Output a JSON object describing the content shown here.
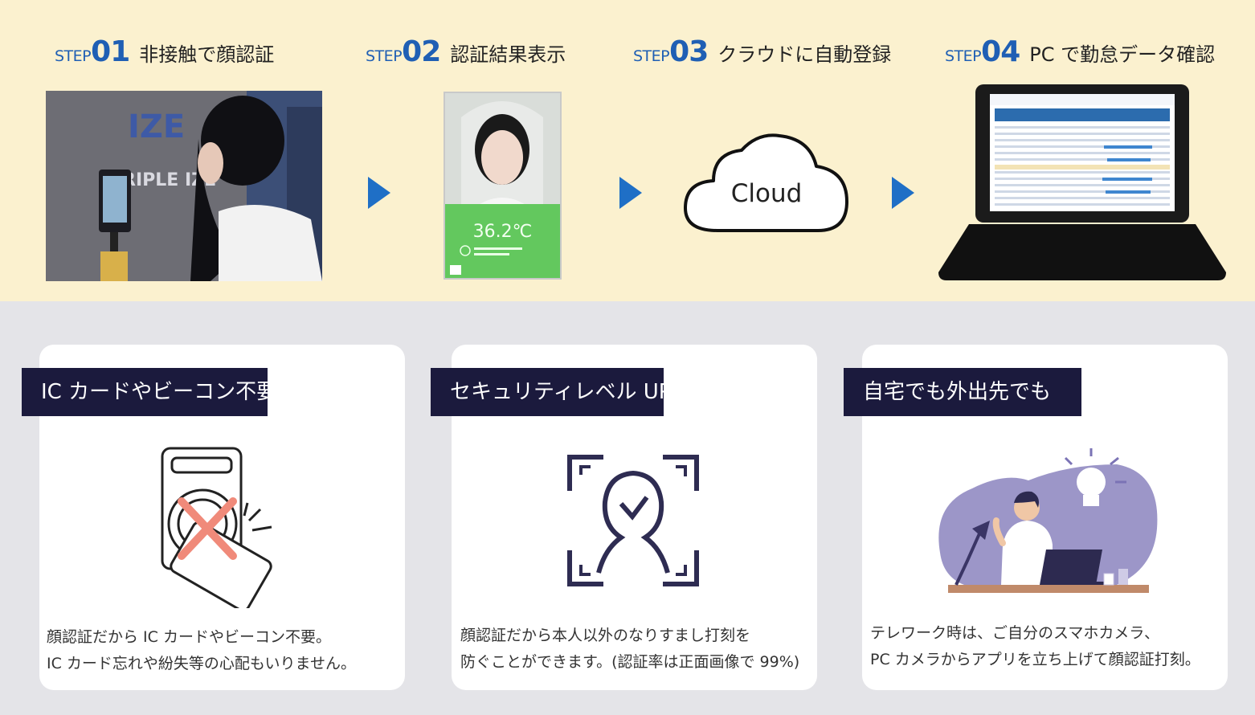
{
  "steps": [
    {
      "step_word": "STEP",
      "number": "01",
      "title": "非接触で顔認証"
    },
    {
      "step_word": "STEP",
      "number": "02",
      "title": "認証結果表示"
    },
    {
      "step_word": "STEP",
      "number": "03",
      "title": "クラウドに自動登録"
    },
    {
      "step_word": "STEP",
      "number": "04",
      "title": "PC で勤怠データ確認"
    }
  ],
  "photo1": {
    "brand_logo": "IZE",
    "brand_name": "RIPLE IZE"
  },
  "device2": {
    "temperature": "36.2℃"
  },
  "cloud": {
    "label": "Cloud"
  },
  "cards": [
    {
      "tag": "IC カードやビーコン不要",
      "text_lines": [
        "顔認証だから IC カードやビーコン不要。",
        "IC カード忘れや紛失等の心配もいりません。"
      ],
      "icon": "ic-card-crossed-icon"
    },
    {
      "tag": "セキュリティレベル UP",
      "text_lines": [
        "顔認証だから本人以外のなりすまし打刻を",
        "防ぐことができます。(認証率は正面画像で 99%)"
      ],
      "icon": "face-scan-icon"
    },
    {
      "tag": "自宅でも外出先でも",
      "text_lines": [
        "テレワーク時は、ご自分のスマホカメラ、",
        "PC カメラからアプリを立ち上げて顔認証打刻。"
      ],
      "icon": "remote-work-illustration"
    }
  ],
  "colors": {
    "top_bg": "#fbf1cf",
    "bottom_bg": "#e4e4e8",
    "step_blue": "#1f5fb4",
    "arrow_blue": "#1f6fc6",
    "tag_navy": "#1b1a3d",
    "accent_salmon": "#f08a7a",
    "illustration_purple": "#7b73b5"
  }
}
